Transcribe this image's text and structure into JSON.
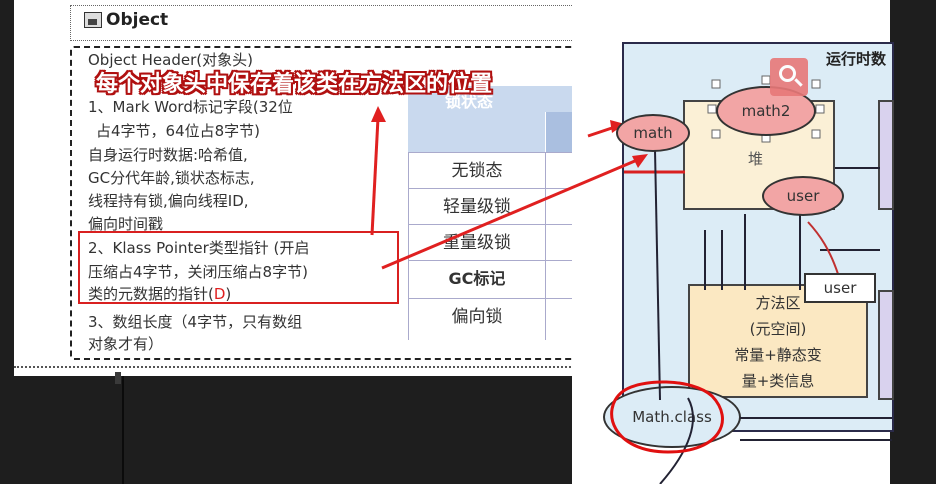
{
  "object_panel": {
    "title": "Object",
    "header_title": "Object Header(对象头)",
    "item1_line1": "1、Mark Word标记字段(32位",
    "item1_line2": "占4字节，64位占8字节)",
    "item1_line3": "自身运行时数据:哈希值,",
    "item1_line4": "GC分代年龄,锁状态标志,",
    "item1_line5": "线程持有锁,偏向线程ID,",
    "item1_line6": "偏向时间戳",
    "item2_line1": "2、Klass Pointer类型指针 (开启",
    "item2_line2": "压缩占4字节，关闭压缩占8字节)",
    "item2_line3_prefix": "类的元数据的指针(",
    "item2_line3_mark": "D",
    "item2_line3_suffix": ")",
    "item3_line1": "3、数组长度（4字节，只有数组",
    "item3_line2": "对象才有）"
  },
  "lock_table": {
    "header_label": "锁状态",
    "rows": [
      "无锁态",
      "轻量级锁",
      "重量级锁",
      "GC标记",
      "偏向锁"
    ]
  },
  "overlay_caption": "每个对象头中保存着该类在方法区的位置",
  "diagram": {
    "runtime_label": "运行时数",
    "heap_label": "堆",
    "nodes": {
      "math": "math",
      "math2": "math2",
      "user_pill": "user",
      "user_box": "user",
      "math_class": "Math.class"
    },
    "method_area": {
      "line1": "方法区",
      "line2": "(元空间)",
      "line3": "常量+静态变",
      "line4": "量+类信息"
    }
  },
  "colors": {
    "annotation_red": "#d92020",
    "heap_fill": "#fbf0d6",
    "method_fill": "#fbe8c2",
    "pill_fill": "#f2a5a5",
    "runtime_fill": "#dcecf6"
  },
  "icons": {
    "object_icon": "image-icon",
    "search_icon": "search-icon"
  }
}
